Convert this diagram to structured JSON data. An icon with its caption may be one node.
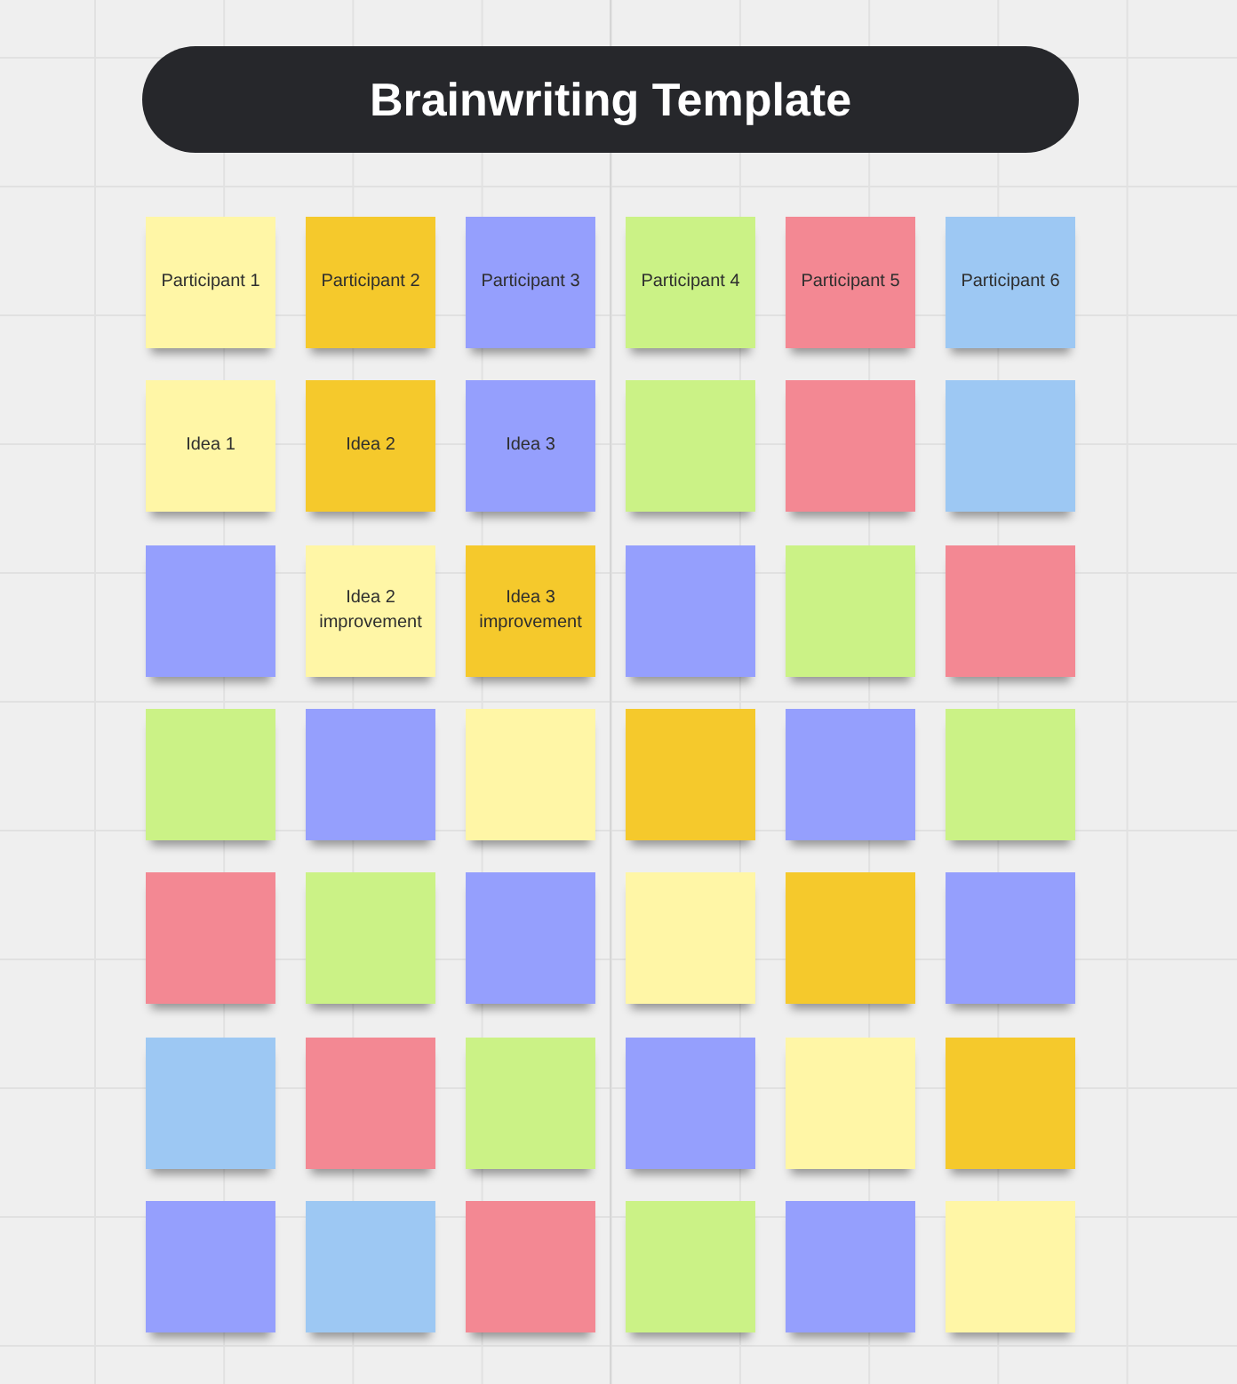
{
  "diagram": {
    "title": "Brainwriting Template",
    "nodes": [
      {
        "text": [
          "Participant 1"
        ]
      },
      {
        "text": [
          "Participant 2"
        ]
      },
      {
        "text": [
          "Participant 3"
        ]
      },
      {
        "text": [
          "Participant 4"
        ]
      },
      {
        "text": [
          "Participant 5"
        ]
      },
      {
        "text": [
          "Participant 6"
        ]
      },
      {
        "text": [
          "Idea 1"
        ]
      },
      {
        "text": [
          "Idea 2"
        ]
      },
      {
        "text": [
          "Idea 3"
        ]
      },
      {
        "text": [],
        "shape": "box"
      },
      {
        "text": [],
        "shape": "box"
      },
      {
        "text": [],
        "shape": "box"
      },
      {
        "text": [],
        "shape": "box"
      },
      {
        "text": [
          "Idea 2 improvement"
        ]
      },
      {
        "text": [
          "Idea 3 improvement"
        ]
      },
      {
        "text": [],
        "shape": "box"
      },
      {
        "text": [],
        "shape": "box"
      },
      {
        "text": [],
        "shape": "box"
      },
      {
        "text": [],
        "shape": "box"
      },
      {
        "text": [],
        "shape": "box"
      },
      {
        "text": [],
        "shape": "box"
      },
      {
        "text": [],
        "shape": "box"
      },
      {
        "text": [],
        "shape": "box"
      },
      {
        "text": [],
        "shape": "box"
      },
      {
        "text": [],
        "shape": "box"
      },
      {
        "text": [],
        "shape": "box"
      },
      {
        "text": [],
        "shape": "box"
      },
      {
        "text": [],
        "shape": "box"
      },
      {
        "text": [],
        "shape": "box"
      },
      {
        "text": [],
        "shape": "box"
      },
      {
        "text": [],
        "shape": "box"
      },
      {
        "text": [],
        "shape": "box"
      },
      {
        "text": [],
        "shape": "box"
      },
      {
        "text": [],
        "shape": "box"
      },
      {
        "text": [],
        "shape": "box"
      },
      {
        "text": [],
        "shape": "box"
      },
      {
        "text": [],
        "shape": "box"
      },
      {
        "text": [],
        "shape": "box"
      },
      {
        "text": [],
        "shape": "box"
      },
      {
        "text": [],
        "shape": "box"
      },
      {
        "text": [],
        "shape": "box"
      },
      {
        "text": [],
        "shape": "box"
      }
    ]
  }
}
